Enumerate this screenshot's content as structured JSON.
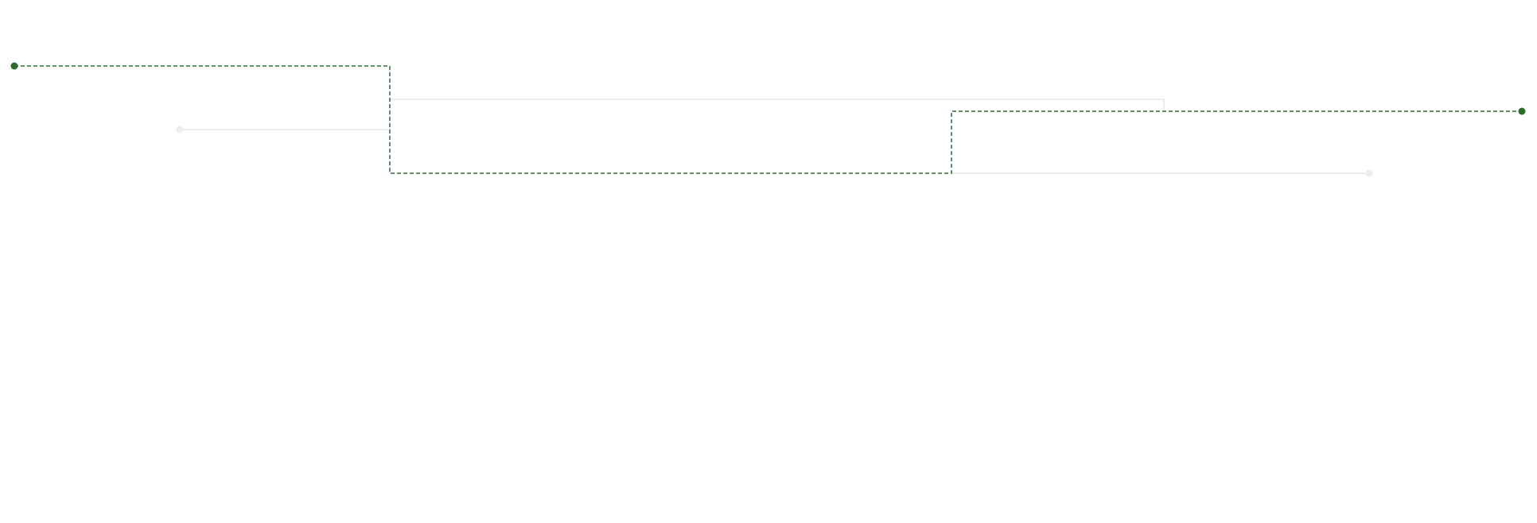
{
  "diagram": {
    "kind": "connector-path-diagram",
    "colors": {
      "background": "#ffffff",
      "active_path": "#2e6b30",
      "active_node": "#2a6a2c",
      "inactive_path": "#ececec",
      "inactive_node": "#ededed",
      "divider": "#d4d4d4"
    },
    "nodes": [
      {
        "id": "node-top-left",
        "state": "active"
      },
      {
        "id": "node-inner-left",
        "state": "inactive"
      },
      {
        "id": "node-far-right",
        "state": "active"
      },
      {
        "id": "node-inner-right",
        "state": "inactive"
      }
    ],
    "connectors": [
      {
        "id": "active-connector",
        "state": "active",
        "style": "dashed",
        "from": "node-top-left",
        "to": "node-far-right"
      },
      {
        "id": "inactive-connector-left",
        "state": "inactive",
        "style": "solid",
        "from": "node-inner-left",
        "to": "branch-junction"
      },
      {
        "id": "inactive-connector-top",
        "state": "inactive",
        "style": "solid",
        "from": "branch-junction",
        "to": "upper-right-drop"
      },
      {
        "id": "inactive-connector-right",
        "state": "inactive",
        "style": "solid",
        "from": "lower-junction",
        "to": "node-inner-right"
      }
    ]
  }
}
